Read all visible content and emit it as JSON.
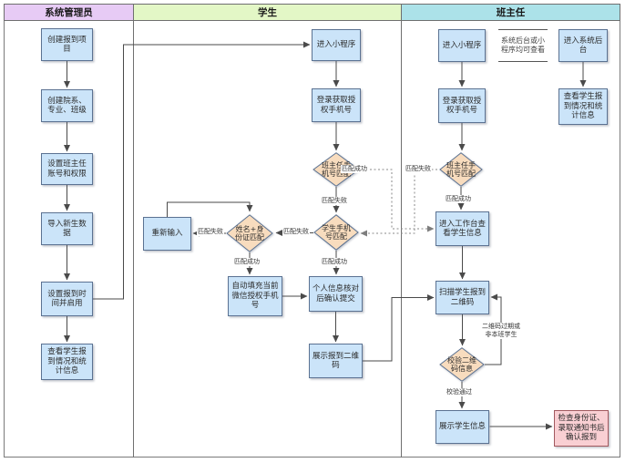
{
  "lanes": [
    {
      "id": "admin",
      "title": "系统管理员",
      "color": "#E7CBF5"
    },
    {
      "id": "student",
      "title": "学生",
      "color": "#E3F7C6"
    },
    {
      "id": "teacher",
      "title": "班主任",
      "color": "#ACE2E9"
    }
  ],
  "nodes": {
    "admin": {
      "create_project": "创建报到项目",
      "create_departments": "创建院系、专业、班级",
      "set_teacher_accounts": "设置班主任账号和权限",
      "import_students": "导入新生数据",
      "set_checkin_time": "设置报到时间并启用",
      "view_stats": "查看学生报到情况和统计信息"
    },
    "student": {
      "enter_miniapp": "进入小程序",
      "login_get_phone": "登录获取授权手机号",
      "teacher_phone_match": "班主任手机号匹配",
      "student_phone_match": "学生手机号匹配",
      "name_id_match": "姓名+身份证匹配",
      "reenter": "重新输入",
      "autofill_phone": "自动填充当前微信授权手机号",
      "confirm_submit": "个人信息核对后确认提交",
      "show_qr": "展示报到二维码"
    },
    "teacher": {
      "enter_miniapp": "进入小程序",
      "enter_backend": "进入系统后台",
      "login_get_phone": "登录获取授权手机号",
      "view_stats": "查看学生报到情况和统计信息",
      "teacher_phone_match": "班主任手机号匹配",
      "open_workbench": "进入工作台查看学生信息",
      "scan_qr": "扫描学生报到二维码",
      "verify_qr": "校验二维码信息",
      "show_student_info": "展示学生信息",
      "confirm_checkin": "检查身份证、录取通知书后确认报到",
      "note": "系统后台或小程序均可查看"
    }
  },
  "edge_labels": {
    "match_ok": "匹配成功",
    "match_fail": "匹配失败",
    "verify_pass": "校验通过",
    "qr_invalid": "二维码过期或非本班学生"
  },
  "colors": {
    "lane_admin_header": "#E7CBF5",
    "lane_student_header": "#E3F7C6",
    "lane_teacher_header": "#ACE2E9",
    "process_fill": "#CBE4F9",
    "decision_fill": "#F8DCBE",
    "result_fill": "#F9CFD3",
    "shape_border": "#5B7292",
    "result_border": "#A2595F",
    "connector": "#4A4A4A",
    "lane_border": "#707070"
  }
}
